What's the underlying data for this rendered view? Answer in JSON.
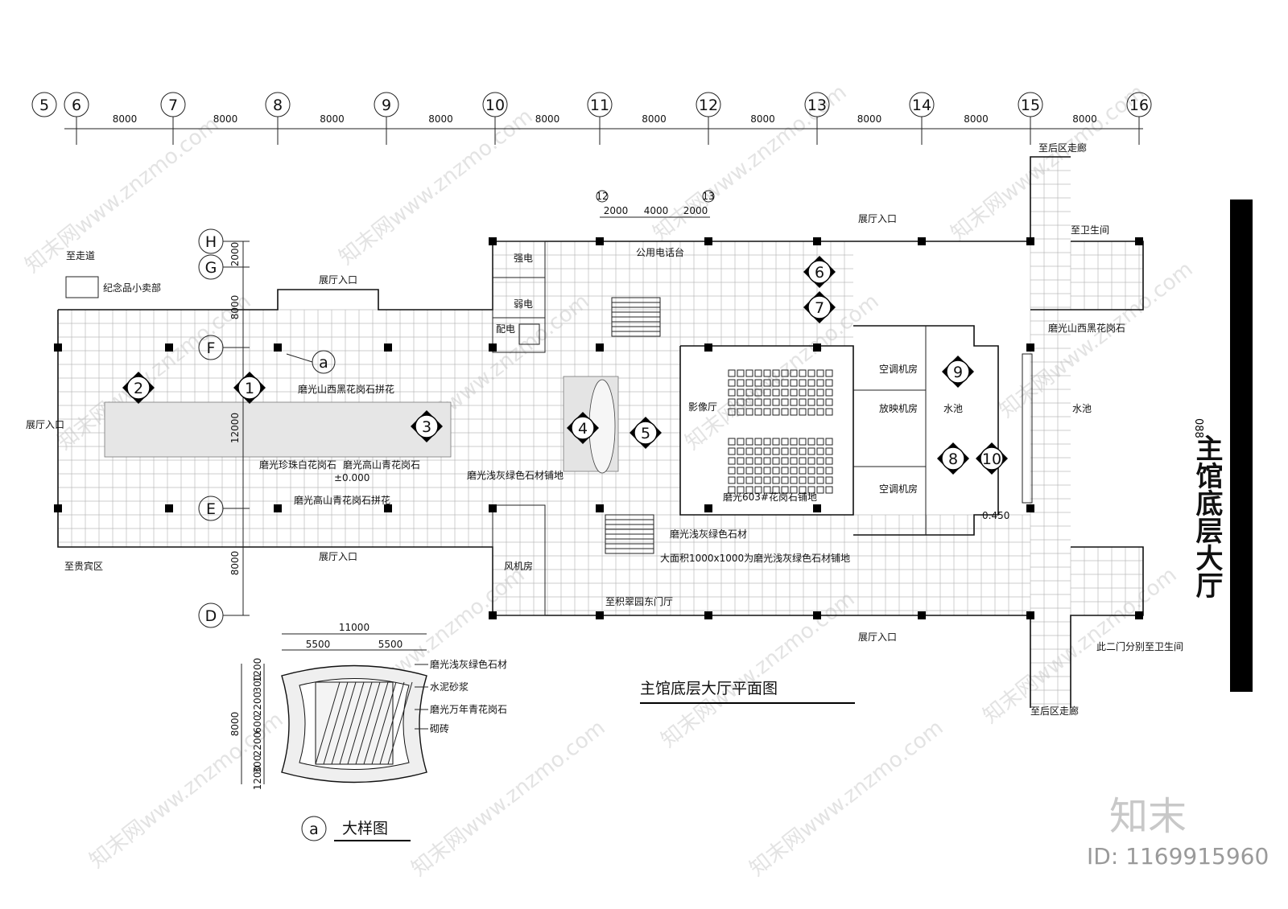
{
  "axis_numbers": [
    "5",
    "6",
    "7",
    "8",
    "9",
    "10",
    "11",
    "12",
    "13",
    "14",
    "15",
    "16"
  ],
  "axis_spacing": [
    "8000",
    "8000",
    "8000",
    "8000",
    "8000",
    "8000",
    "8000",
    "8000",
    "8000",
    "8000"
  ],
  "axis_letters": [
    "H",
    "G",
    "F",
    "E",
    "D"
  ],
  "vertical_dims": [
    "2000",
    "8000",
    "12000",
    "8000"
  ],
  "phone_dims": {
    "axis_a": "12",
    "axis_b": "13",
    "d1": "2000",
    "d2": "4000",
    "d3": "2000"
  },
  "rooms": {
    "souvenir": "纪念品小卖部",
    "to_corridor": "至走道",
    "hall_entry": "展厅入口",
    "to_vip": "至贵宾区",
    "strong_elec": "强电",
    "weak_elec": "弱电",
    "distribution": "配电",
    "public_phone": "公用电话台",
    "fan_room": "风机房",
    "cinema": "影像厅",
    "ac_room": "空调机房",
    "projection": "放映机房",
    "pool": "水池",
    "to_back_corridor": "至后区走廊",
    "to_wc": "至卫生间",
    "to_east_gate": "至积翠园东门厅",
    "wc_note": "此二门分别至卫生间"
  },
  "materials": {
    "m1": "磨光山西黑花岗石拼花",
    "m2": "磨光珍珠白花岗石",
    "m3": "磨光高山青花岗石",
    "m4": "磨光高山青花岗石拼花",
    "m5": "磨光浅灰绿色石材铺地",
    "m6": "磨光603#花岗石铺地",
    "m7": "磨光浅灰绿色石材",
    "m8": "大面积1000x1000为磨光浅灰绿色石材铺地",
    "m9": "磨光山西黑花岗石",
    "level": "±0.000",
    "level2": "0.450"
  },
  "markers": [
    "1",
    "2",
    "3",
    "4",
    "5",
    "6",
    "7",
    "8",
    "9",
    "10"
  ],
  "detail_marker": "a",
  "plan_title": "主馆底层大厅平面图",
  "detail": {
    "title": "大样图",
    "width": "11000",
    "half_a": "5500",
    "half_b": "5500",
    "vdims": [
      "1200",
      "300",
      "2200",
      "600",
      "2200",
      "300",
      "1200"
    ],
    "total": "8000",
    "labels": [
      "磨光浅灰绿色石材",
      "水泥砂浆",
      "磨光万年青花岗石",
      "砌砖"
    ]
  },
  "side_title": "主馆底层大厅",
  "side_number": "088",
  "brand": "知末",
  "image_id": "ID: 1169915960",
  "watermark": "知末网www.znzmo.com"
}
